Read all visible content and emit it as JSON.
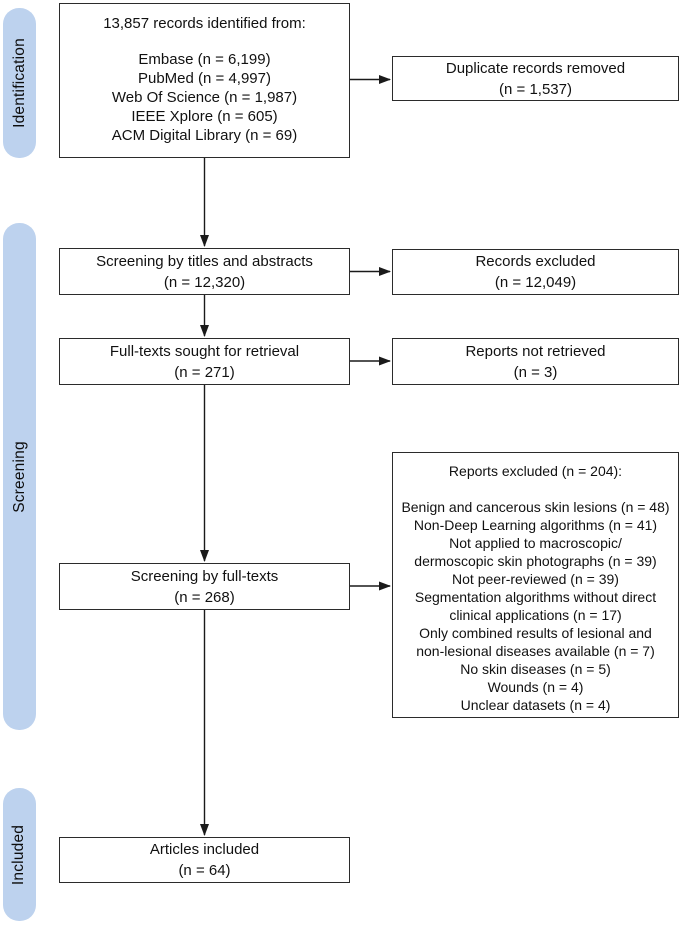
{
  "colors": {
    "stage_band": "#bdd2ee",
    "box_border": "#2b2b2b",
    "arrow": "#1a1a1a",
    "box_bg": "#ffffff",
    "text": "#111111"
  },
  "diagram": {
    "stages": [
      {
        "label": "Identification"
      },
      {
        "label": "Screening"
      },
      {
        "label": "Included"
      }
    ],
    "boxes": {
      "identified": {
        "title": "13,857 records identified from:",
        "sources": [
          "Embase (n = 6,199)",
          "PubMed (n = 4,997)",
          "Web Of Science (n = 1,987)",
          "IEEE Xplore (n = 605)",
          "ACM Digital Library (n = 69)"
        ]
      },
      "duplicates_removed": {
        "line1": "Duplicate records removed",
        "line2": "(n = 1,537)"
      },
      "screening_titles_abstracts": {
        "line1": "Screening by titles and abstracts",
        "line2": "(n = 12,320)"
      },
      "records_excluded": {
        "line1": "Records excluded",
        "line2": "(n = 12,049)"
      },
      "fulltexts_sought": {
        "line1": "Full-texts sought for retrieval",
        "line2": "(n = 271)"
      },
      "reports_not_retrieved": {
        "line1": "Reports not retrieved",
        "line2": "(n = 3)"
      },
      "screening_fulltexts": {
        "line1": "Screening by full-texts",
        "line2": "(n = 268)"
      },
      "reports_excluded": {
        "title": "Reports excluded (n = 204):",
        "reasons": [
          "Benign and cancerous skin lesions (n = 48)",
          "Non-Deep Learning algorithms (n = 41)",
          "Not applied to macroscopic/",
          "dermoscopic skin photographs (n = 39)",
          "Not peer-reviewed (n = 39)",
          "Segmentation algorithms without direct",
          "clinical applications (n = 17)",
          "Only combined results of lesional and",
          "non-lesional diseases available (n = 7)",
          "No skin diseases (n = 5)",
          "Wounds (n = 4)",
          "Unclear datasets (n = 4)"
        ]
      },
      "articles_included": {
        "line1": "Articles included",
        "line2": "(n = 64)"
      }
    }
  }
}
